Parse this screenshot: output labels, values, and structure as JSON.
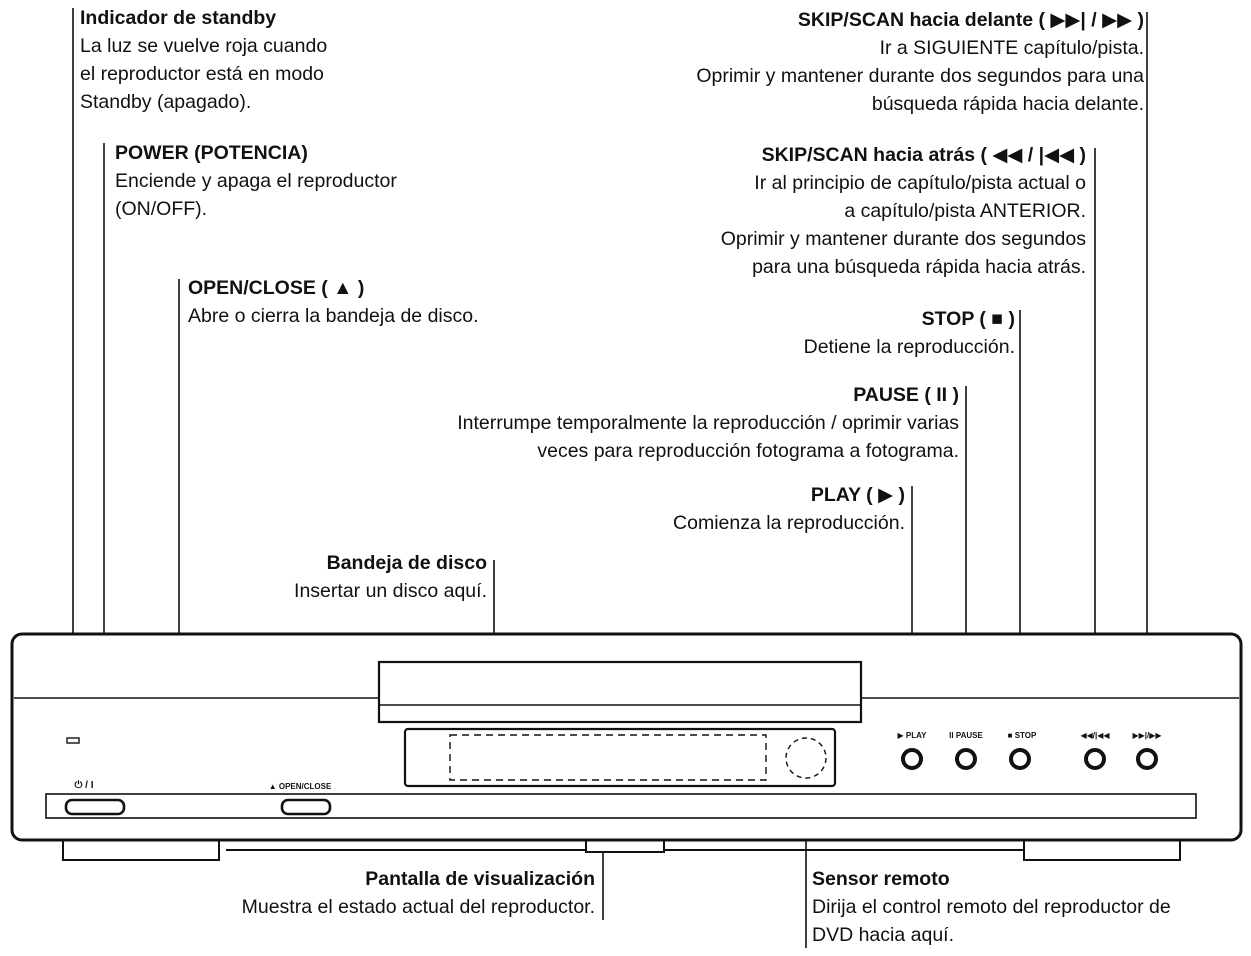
{
  "labels": {
    "standby": {
      "title": "Indicador de standby",
      "desc": [
        "La luz se vuelve roja cuando",
        "el reproductor está en modo",
        "Standby (apagado)."
      ]
    },
    "power": {
      "title": "POWER (POTENCIA)",
      "desc": [
        "Enciende y apaga el reproductor",
        "(ON/OFF)."
      ]
    },
    "open_close": {
      "title": "OPEN/CLOSE ( ▲ )",
      "desc": [
        "Abre o cierra la bandeja de disco."
      ]
    },
    "skip_fwd": {
      "title": "SKIP/SCAN hacia delante ( ▶▶| / ▶▶ )",
      "desc": [
        "Ir a SIGUIENTE capítulo/pista.",
        "Oprimir y mantener durante dos segundos para una",
        "búsqueda rápida hacia delante."
      ]
    },
    "skip_back": {
      "title": "SKIP/SCAN hacia atrás ( ◀◀ / |◀◀ )",
      "desc": [
        "Ir al principio de capítulo/pista actual o",
        "a capítulo/pista ANTERIOR.",
        "Oprimir y mantener durante dos segundos",
        "para una búsqueda rápida hacia atrás."
      ]
    },
    "stop": {
      "title": "STOP ( ■ )",
      "desc": [
        "Detiene la reproducción."
      ]
    },
    "pause": {
      "title": "PAUSE ( II )",
      "desc": [
        "Interrumpe temporalmente la reproducción / oprimir varias",
        "veces para reproducción fotograma a fotograma."
      ]
    },
    "play": {
      "title": "PLAY ( ▶ )",
      "desc": [
        "Comienza la reproducción."
      ]
    },
    "tray": {
      "title": "Bandeja de disco",
      "desc": [
        "Insertar un disco aquí."
      ]
    },
    "display": {
      "title": "Pantalla de visualización",
      "desc": [
        "Muestra el estado actual del reproductor."
      ]
    },
    "sensor": {
      "title": "Sensor remoto",
      "desc": [
        "Dirija el control remoto del reproductor de",
        "DVD hacia aquí."
      ]
    }
  },
  "device_text": {
    "power_mark": "⏻ / I",
    "open_close_mark": "▲ OPEN/CLOSE",
    "play_mark": "▶ PLAY",
    "pause_mark": "II PAUSE",
    "stop_mark": "■ STOP",
    "back_mark": "◀◀/|◀◀",
    "fwd_mark": "▶▶|/▶▶"
  },
  "colors": {
    "line": "#111111",
    "background": "#ffffff"
  }
}
